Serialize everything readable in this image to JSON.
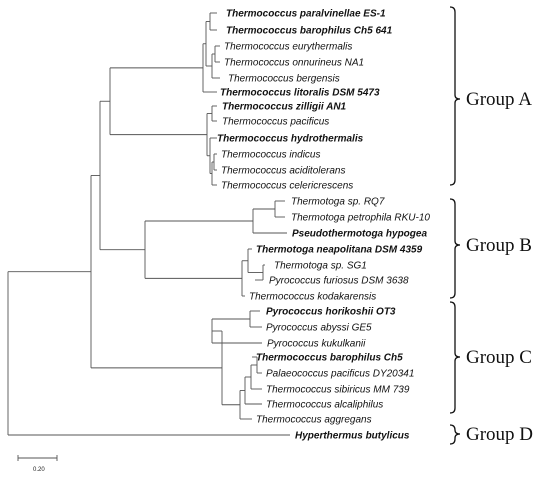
{
  "taxa": [
    {
      "label": "Thermococcus paralvinellae ES-1",
      "bold": true
    },
    {
      "label": "Thermococcus barophilus Ch5 641",
      "bold": true
    },
    {
      "label": "Thermococcus eurythermalis",
      "bold": false
    },
    {
      "label": "Thermococcus onnurineus NA1",
      "bold": false
    },
    {
      "label": "Thermococcus bergensis",
      "bold": false
    },
    {
      "label": "Thermococcus litoralis DSM 5473",
      "bold": true
    },
    {
      "label": "Thermococcus zilligii AN1",
      "bold": true
    },
    {
      "label": "Thermococcus pacificus",
      "bold": false
    },
    {
      "label": "Thermococcus hydrothermalis",
      "bold": true
    },
    {
      "label": "Thermococcus indicus",
      "bold": false
    },
    {
      "label": "Thermococcus aciditolerans",
      "bold": false
    },
    {
      "label": "Thermococcus celericrescens",
      "bold": false
    },
    {
      "label": "Thermotoga sp. RQ7",
      "bold": false
    },
    {
      "label": "Thermotoga petrophila RKU-10",
      "bold": false
    },
    {
      "label": "Pseudothermotoga hypogea",
      "bold": true
    },
    {
      "label": "Thermotoga neapolitana DSM 4359",
      "bold": true
    },
    {
      "label": "Thermotoga sp. SG1",
      "bold": false
    },
    {
      "label": "Pyrococcus furiosus DSM 3638",
      "bold": false
    },
    {
      "label": "Thermococcus kodakarensis",
      "bold": false
    },
    {
      "label": "Pyrococcus horikoshii OT3",
      "bold": true
    },
    {
      "label": "Pyrococcus abyssi GE5",
      "bold": false
    },
    {
      "label": "Pyrococcus kukulkanii",
      "bold": false
    },
    {
      "label": "Thermococcus barophilus Ch5",
      "bold": true
    },
    {
      "label": "Palaeococcus pacificus DY20341",
      "bold": false
    },
    {
      "label": "Thermococcus sibiricus MM 739",
      "bold": false
    },
    {
      "label": "Thermococcus alcaliphilus",
      "bold": false
    },
    {
      "label": "Thermococcus aggregans",
      "bold": false
    },
    {
      "label": "Hyperthermus butylicus",
      "bold": true
    }
  ],
  "groups": [
    {
      "label": "Group A"
    },
    {
      "label": "Group B"
    },
    {
      "label": "Group C"
    },
    {
      "label": "Group D"
    }
  ],
  "scale_bar": {
    "label": "0.20"
  }
}
